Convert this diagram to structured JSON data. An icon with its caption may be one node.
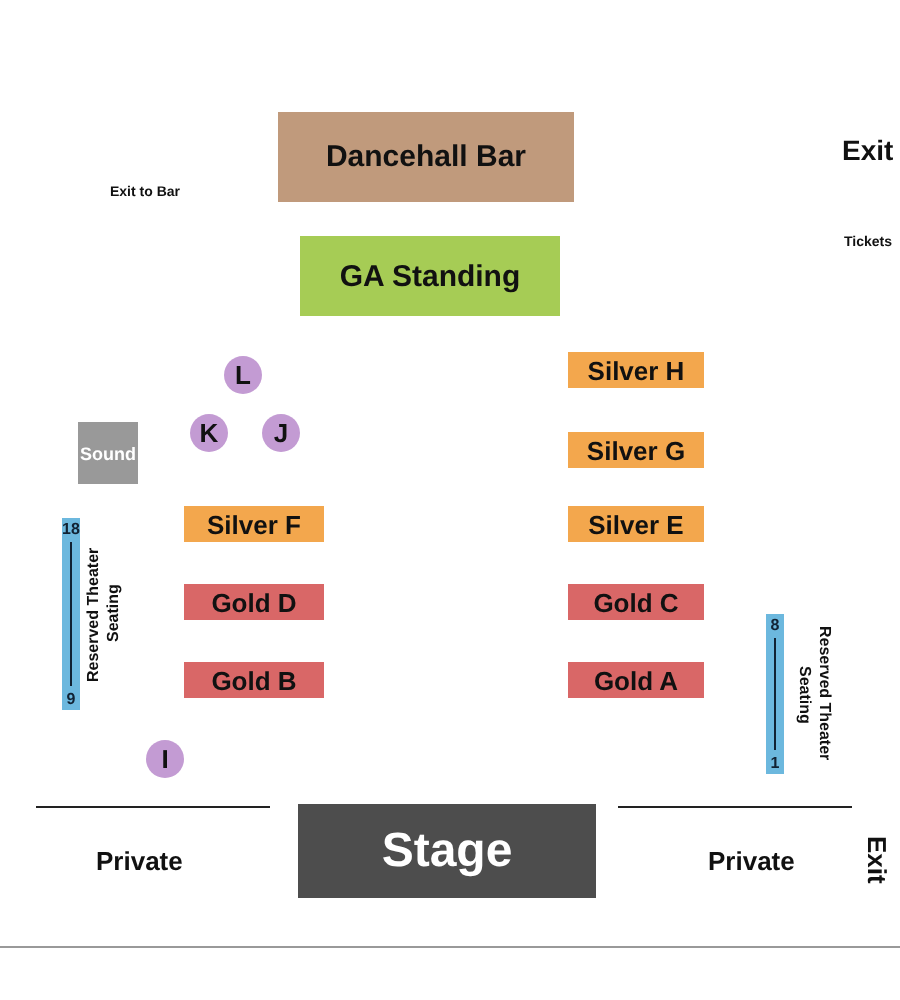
{
  "diagram": {
    "nodes": [
      {
        "text": [
          "Dancehall Bar"
        ]
      },
      {
        "text": [
          "GA Standing"
        ]
      },
      {
        "text": [
          "L"
        ]
      },
      {
        "text": [
          "K"
        ]
      },
      {
        "text": [
          "J"
        ]
      },
      {
        "text": [
          "Silver H"
        ]
      },
      {
        "text": [
          "Sound"
        ]
      },
      {
        "text": [
          "Silver G"
        ]
      },
      {
        "text": [
          "Silver F"
        ]
      },
      {
        "text": [
          "Silver E"
        ]
      },
      {
        "text": [
          "Gold D"
        ]
      },
      {
        "text": [
          "Gold C"
        ]
      },
      {
        "text": [
          "Gold B"
        ]
      },
      {
        "text": [
          "Gold A"
        ]
      },
      {
        "text": [
          "18",
          "9"
        ],
        "beside": [
          "Reserved Theater Seating"
        ]
      },
      {
        "text": [
          "8",
          "1"
        ],
        "beside": [
          "Reserved Theater Seating"
        ]
      },
      {
        "text": [
          "I"
        ]
      },
      {
        "text": [
          "Stage"
        ]
      }
    ],
    "labels": [
      "Exit to Bar",
      "Exit",
      "Tickets",
      "Private",
      "Private",
      "Exit"
    ]
  }
}
